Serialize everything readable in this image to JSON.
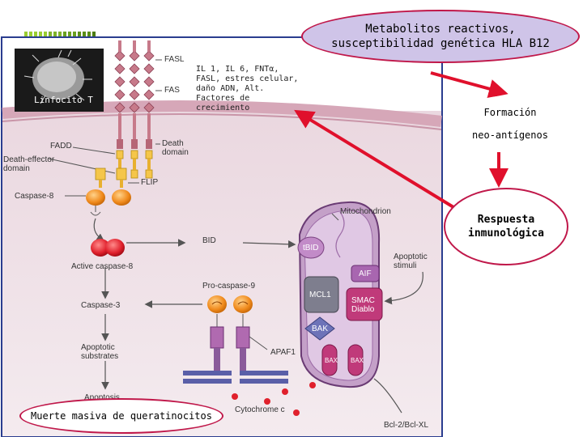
{
  "callouts": {
    "top_line1": "Metabolitos reactivos,",
    "top_line2": "susceptibilidad genética HLA B12",
    "formacion_line1": "Formación",
    "formacion_line2": "neo-antígenos",
    "respuesta_line1": "Respuesta",
    "respuesta_line2": "inmunológica",
    "bottom": "Muerte masiva de queratinocitos",
    "il_text": "IL 1, IL 6, FNTα, FASL, estres celular, daño ADN, Alt. Factores de crecimiento",
    "lymphocyte": "Linfocito T"
  },
  "labels": {
    "fasl": "FASL",
    "fas": "FAS",
    "fadd": "FADD",
    "death_domain_1": "Death",
    "death_domain_2": "domain",
    "death_effector_1": "Death-effector",
    "death_effector_2": "domain",
    "flip": "FLIP",
    "caspase8": "Caspase-8",
    "mitochondrion": "Mitochondrion",
    "bid": "BID",
    "tbid": "tBID",
    "apoptotic_stimuli_1": "Apoptotic",
    "apoptotic_stimuli_2": "stimuli",
    "active_caspase8": "Active caspase-8",
    "pro_caspase9": "Pro-caspase-9",
    "aif": "AIF",
    "mcl1": "MCL1",
    "smac_1": "SMAC",
    "smac_2": "Diablo",
    "bak": "BAK",
    "caspase3": "Caspase-3",
    "apoptotic_substrates_1": "Apoptotic",
    "apoptotic_substrates_2": "substrates",
    "apaf1": "APAF1",
    "bax_1": "BAX",
    "bax_2": "BAX",
    "apoptosis": "Apoptosis",
    "cytochrome": "Cytochrome c",
    "bcl2": "Bcl-2/Bcl-XL"
  },
  "colors": {
    "accent_red": "#e0102c",
    "callout_border": "#c0184a",
    "callout_fill": "#cfc4e8",
    "panel_border": "#2a3d8f",
    "cell_fill": "#ecd9e0",
    "caspase_orange": "#f08a1c",
    "receptor_pink": "#c77a8a"
  },
  "icons": {
    "lymphocyte": "lymphocyte-micrograph",
    "header_bars": "decorative-green-bars"
  }
}
